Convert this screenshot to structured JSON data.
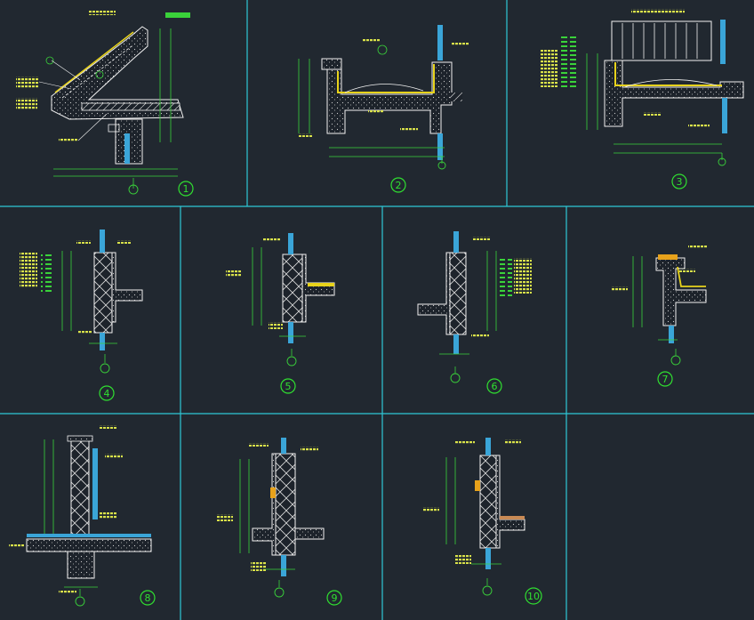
{
  "drawing": {
    "details": [
      {
        "id": "1",
        "label": "1"
      },
      {
        "id": "2",
        "label": "2"
      },
      {
        "id": "3",
        "label": "3"
      },
      {
        "id": "4",
        "label": "4"
      },
      {
        "id": "5",
        "label": "5"
      },
      {
        "id": "6",
        "label": "6"
      },
      {
        "id": "7",
        "label": "7"
      },
      {
        "id": "8",
        "label": "8"
      },
      {
        "id": "9",
        "label": "9"
      },
      {
        "id": "10",
        "label": "10"
      }
    ],
    "colors": {
      "background": "#212830",
      "frame": "#2fc7d6",
      "outline": "#f2f2f2",
      "dimension": "#3ad23a",
      "annotation": "#d9e24a",
      "waterproof": "#e8d31b",
      "hatch": "#c9c9c9",
      "glass": "#3aa5d8"
    }
  }
}
